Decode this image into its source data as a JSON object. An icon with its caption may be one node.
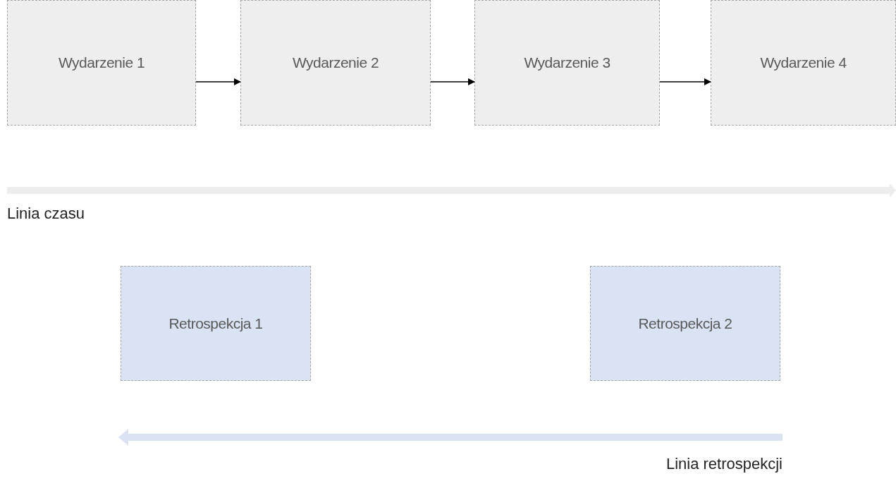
{
  "diagram": {
    "nodes": [
      {
        "text": [
          "Wydarzenie 1"
        ]
      },
      {
        "text": [
          "Wydarzenie 2"
        ]
      },
      {
        "text": [
          "Wydarzenie 3"
        ]
      },
      {
        "text": [
          "Wydarzenie 4"
        ]
      },
      {
        "text": [
          "Retrospekcja 1"
        ]
      },
      {
        "text": [
          "Retrospekcja 2"
        ]
      }
    ],
    "edges": [
      {
        "from": 0,
        "to": 1,
        "arrow": "to"
      },
      {
        "from": 1,
        "to": 2,
        "arrow": "to"
      },
      {
        "from": 2,
        "to": 3,
        "arrow": "to"
      }
    ],
    "labels": [
      "Linia czasu",
      "Linia retrospekcji"
    ]
  }
}
